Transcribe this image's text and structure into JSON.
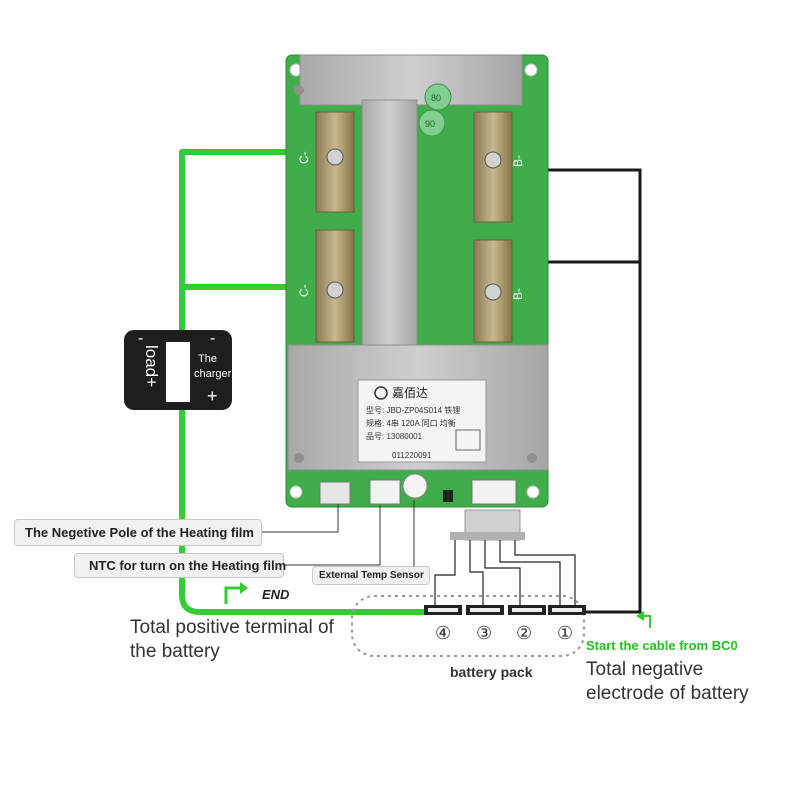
{
  "board": {
    "port_c1": "C-",
    "port_c2": "C-",
    "port_b1": "B-",
    "port_b2": "B-",
    "chip_top": "80",
    "chip_bottom": "90",
    "chip_label": "80",
    "label_brand": "嘉佰达",
    "label_model": "型号: JBD-ZP04S014   铁锂",
    "label_spec": "规格: 4串 120A   同口 均衡",
    "label_part": "品号: 13080001",
    "label_serial": "011220091"
  },
  "switch_box": {
    "left_text": "load+",
    "right_top": "The",
    "right_mid": "charger",
    "right_plus": "+",
    "minus_left": "-",
    "minus_right": "-"
  },
  "callouts": {
    "heating_film": "The Negetive Pole of the Heating film",
    "ntc": "NTC for turn on the Heating film",
    "ext_sensor": "External Temp Sensor"
  },
  "labels": {
    "end": "END",
    "total_positive": "Total positive terminal of the battery",
    "battery_pack": "battery pack",
    "start_cable": "Start the cable from BC0",
    "total_negative": "Total negative electrode of battery"
  },
  "cells": [
    {
      "number": "④"
    },
    {
      "number": "③"
    },
    {
      "number": "②"
    },
    {
      "number": "①"
    }
  ],
  "colors": {
    "green_wire": "#33cc33",
    "black_wire": "#1a1a1a",
    "pcb": "#3fae4a",
    "heatsink": "#b9b9b9"
  }
}
